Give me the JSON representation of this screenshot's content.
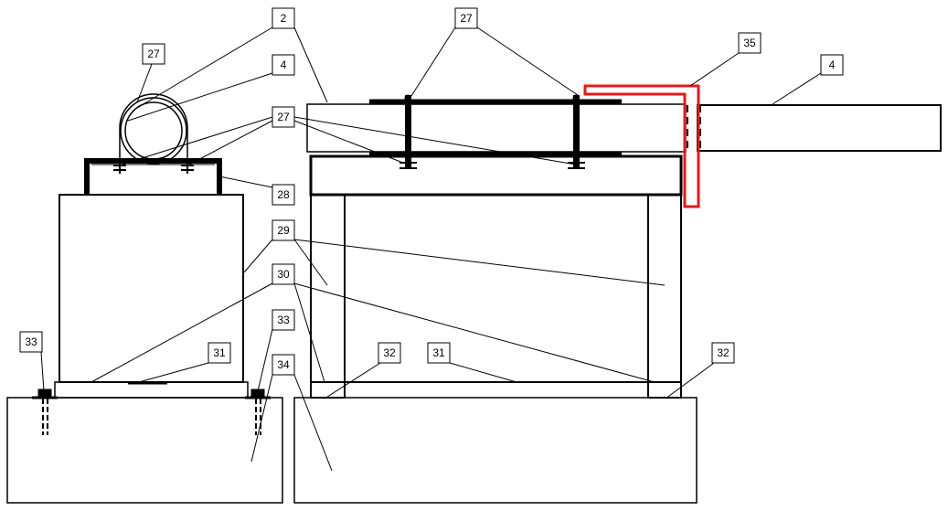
{
  "diagram": {
    "callouts": [
      {
        "id": "c2",
        "text": "2"
      },
      {
        "id": "c27a",
        "text": "27"
      },
      {
        "id": "c27b",
        "text": "27"
      },
      {
        "id": "c27c",
        "text": "27"
      },
      {
        "id": "c4a",
        "text": "4"
      },
      {
        "id": "c4b",
        "text": "4"
      },
      {
        "id": "c35",
        "text": "35"
      },
      {
        "id": "c28",
        "text": "28"
      },
      {
        "id": "c29",
        "text": "29"
      },
      {
        "id": "c30",
        "text": "30"
      },
      {
        "id": "c33a",
        "text": "33"
      },
      {
        "id": "c33b",
        "text": "33"
      },
      {
        "id": "c34",
        "text": "34"
      },
      {
        "id": "c31a",
        "text": "31"
      },
      {
        "id": "c31b",
        "text": "31"
      },
      {
        "id": "c32a",
        "text": "32"
      },
      {
        "id": "c32b",
        "text": "32"
      }
    ],
    "colors": {
      "line": "#000000",
      "highlight": "#e01b1b",
      "background": "#ffffff"
    }
  }
}
